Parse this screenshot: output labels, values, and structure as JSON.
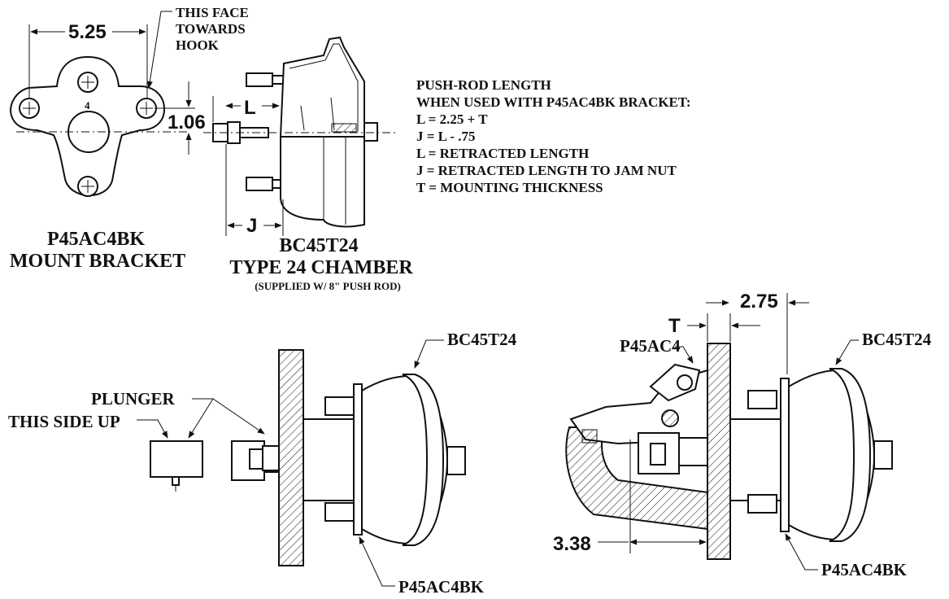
{
  "bracket_view": {
    "width_dim": "5.25",
    "face_note": [
      "THIS FACE",
      "TOWARDS",
      "HOOK"
    ],
    "offset_dim": "1.06",
    "center_mark": "4",
    "name_lines": [
      "P45AC4BK",
      "MOUNT BRACKET"
    ]
  },
  "chamber_view": {
    "l_dim": "L",
    "j_dim": "J",
    "name_lines": [
      "BC45T24",
      "TYPE 24 CHAMBER"
    ],
    "supplied_note": "(SUPPLIED W/ 8\" PUSH ROD)"
  },
  "pushrod_notes": [
    "PUSH-ROD LENGTH",
    "WHEN USED WITH P45AC4BK BRACKET:",
    "L = 2.25 + T",
    "J = L - .75",
    "L = RETRACTED LENGTH",
    "J = RETRACTED LENGTH TO JAM NUT",
    "T = MOUNTING THICKNESS"
  ],
  "side_view_left": {
    "plunger_label": "PLUNGER",
    "side_up_label": "THIS SIDE UP",
    "chamber_label": "BC45T24",
    "bracket_label": "P45AC4BK"
  },
  "side_view_right": {
    "hook_label": "P45AC4",
    "t_dim": "T",
    "depth_dim": "2.75",
    "chamber_label": "BC45T24",
    "reach_dim": "3.38",
    "bracket_label": "P45AC4BK"
  }
}
